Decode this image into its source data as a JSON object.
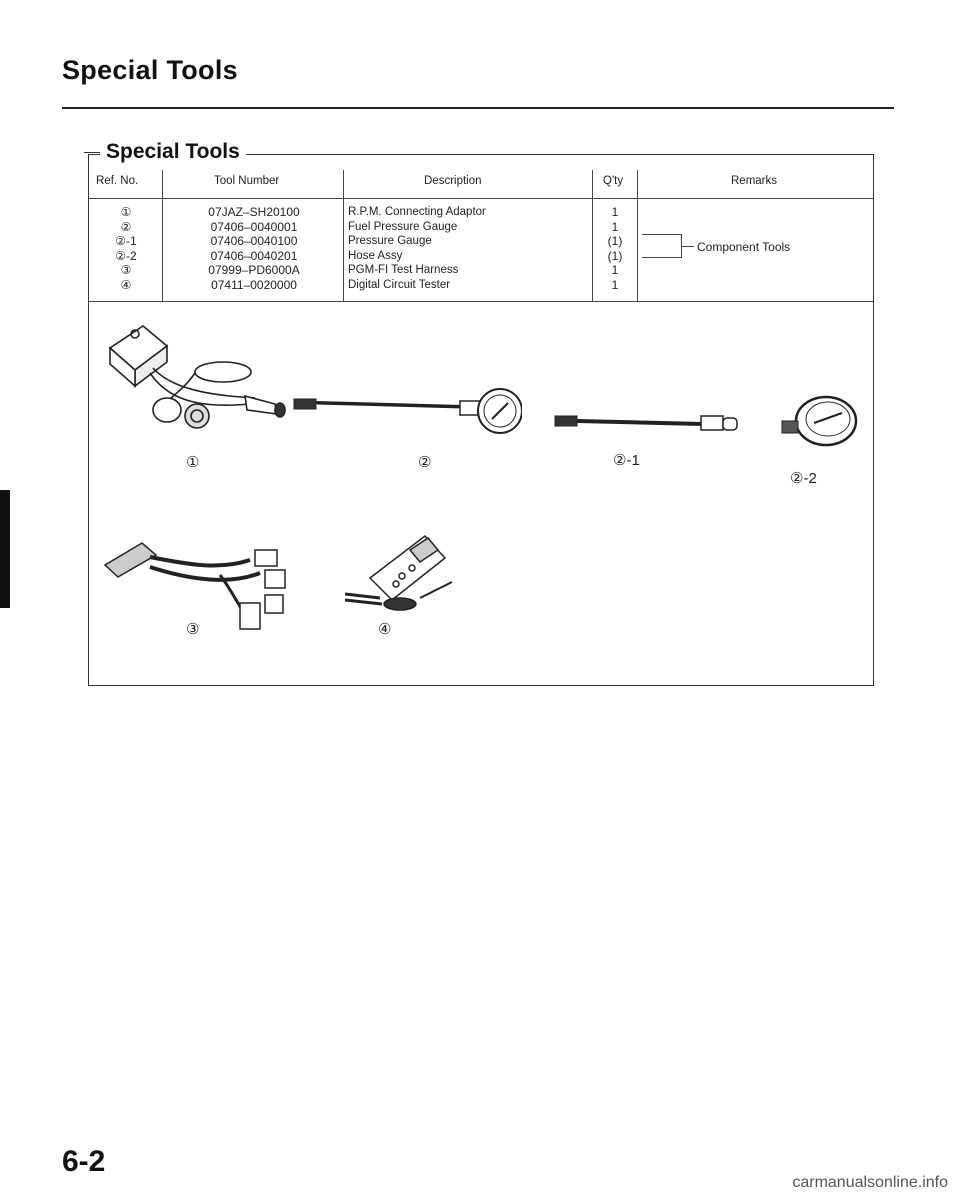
{
  "page": {
    "title": "Special Tools",
    "page_number": "6-2",
    "watermark": "carmanualsonline.info"
  },
  "table": {
    "caption": "Special Tools",
    "headers": {
      "ref": "Ref. No.",
      "tool_number": "Tool Number",
      "description": "Description",
      "qty": "Q'ty",
      "remarks": "Remarks"
    },
    "rows": [
      {
        "ref": "①",
        "tool_number": "07JAZ–SH20100",
        "description": "R.P.M. Connecting Adaptor",
        "qty": "1"
      },
      {
        "ref": "②",
        "tool_number": "07406–0040001",
        "description": "Fuel Pressure Gauge",
        "qty": "1"
      },
      {
        "ref": "②-1",
        "tool_number": "07406–0040100",
        "description": "Pressure Gauge",
        "qty": "(1)"
      },
      {
        "ref": "②-2",
        "tool_number": "07406–0040201",
        "description": "Hose Assy",
        "qty": "(1)"
      },
      {
        "ref": "③",
        "tool_number": "07999–PD6000A",
        "description": "PGM-FI Test Harness",
        "qty": "1"
      },
      {
        "ref": "④",
        "tool_number": "07411–0020000",
        "description": "Digital Circuit Tester",
        "qty": "1"
      }
    ],
    "remark_text": "Component Tools"
  },
  "illustrations": {
    "captions": [
      "①",
      "②",
      "②-1",
      "②-2",
      "③",
      "④"
    ]
  }
}
